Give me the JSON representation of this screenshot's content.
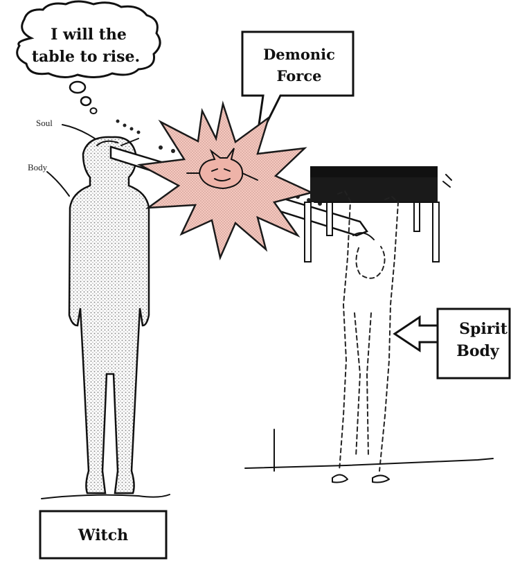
{
  "thought_bubble": {
    "line1": "I will the",
    "line2": "table to rise."
  },
  "labels": {
    "soul": "Soul",
    "body": "Body",
    "demonic_force_line1": "Demonic",
    "demonic_force_line2": "Force",
    "spirit_body_line1": "Spirit",
    "spirit_body_line2": "Body",
    "witch": "Witch"
  },
  "colors": {
    "starburst_fill": "#f6c8bf",
    "starburst_stroke": "#1a1a1a",
    "ink": "#111111",
    "body_stipple": "#c9c9c9"
  },
  "icons": [
    "demon-icon",
    "starburst-shape",
    "table-icon",
    "arrow-left-icon"
  ]
}
